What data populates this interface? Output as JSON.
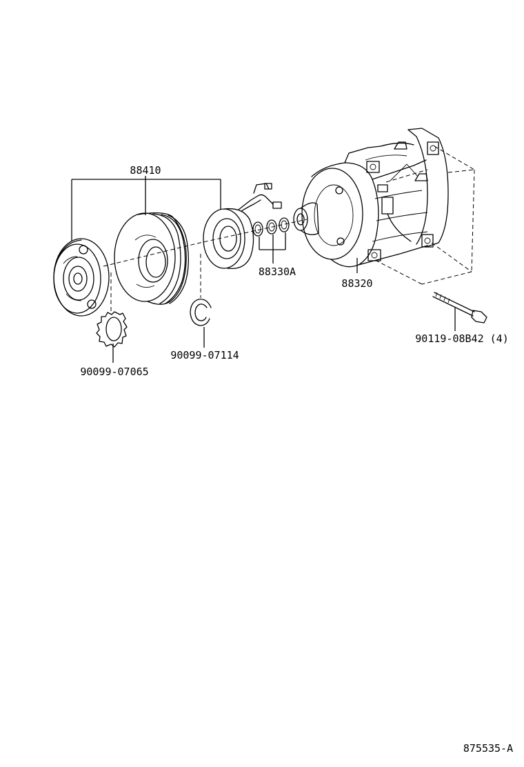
{
  "diagram_number": "875535-A",
  "parts": [
    {
      "id": "clutch_assembly",
      "label": "88410"
    },
    {
      "id": "compressor",
      "label": "88320"
    },
    {
      "id": "shim_set",
      "label": "88330A"
    },
    {
      "id": "snap_ring_small",
      "label": "90099-07065"
    },
    {
      "id": "snap_ring_large",
      "label": "90099-07114"
    },
    {
      "id": "bolt",
      "label": "90119-08B42 (4)"
    }
  ]
}
